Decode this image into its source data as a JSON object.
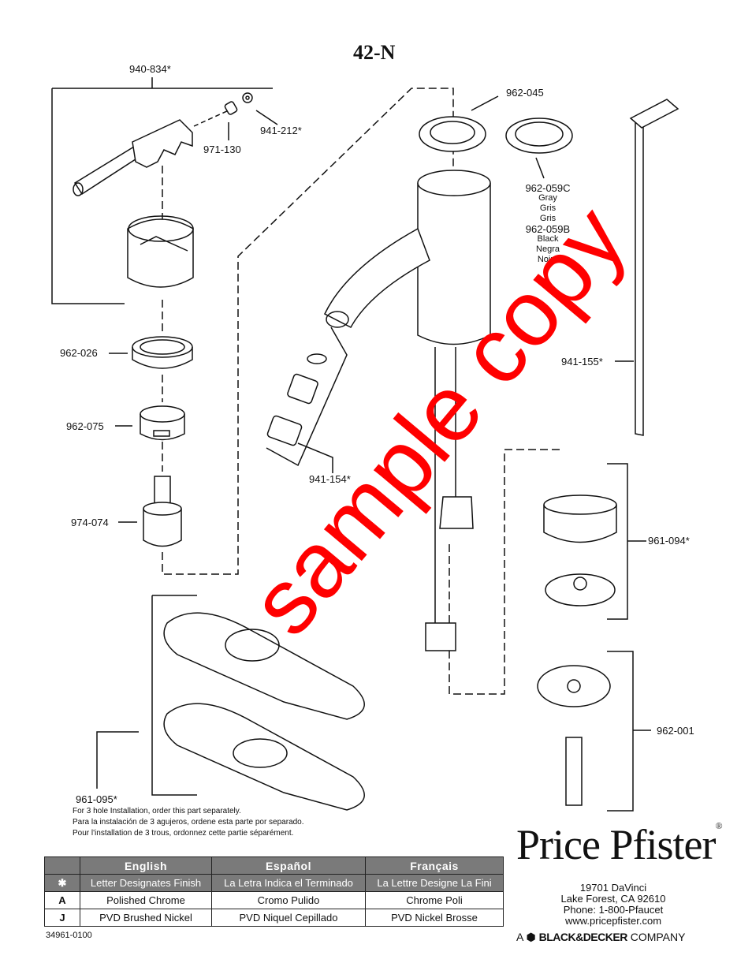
{
  "title": "42-N",
  "parts": {
    "p940_834": "940-834*",
    "p971_130": "971-130",
    "p941_212": "941-212*",
    "p962_045": "962-045",
    "p962_059c": "962-059C",
    "gray_en": "Gray",
    "gray_es": "Gris",
    "gray_fr": "Gris",
    "p962_059b": "962-059B",
    "black_en": "Black",
    "black_es": "Negra",
    "black_fr": "Noire",
    "p962_026": "962-026",
    "p962_075": "962-075",
    "p974_074": "974-074",
    "p941_154": "941-154*",
    "p941_155": "941-155*",
    "p961_094": "961-094*",
    "p962_001": "962-001",
    "p961_095": "961-095*"
  },
  "notes": [
    "For 3 hole Installation, order this part separately.",
    "Para la instalación de 3 agujeros, ordene esta parte por separado.",
    "Pour l'installation de 3 trous, ordonnez cette partie séparément."
  ],
  "table": {
    "headers": [
      "English",
      "Español",
      "Français"
    ],
    "star_symbol": "✱",
    "star_row": [
      "Letter Designates Finish",
      "La Letra Indica el Terminado",
      "La Lettre Designe La Fini"
    ],
    "rows": [
      {
        "code": "A",
        "en": "Polished Chrome",
        "es": "Cromo Pulido",
        "fr": "Chrome Poli"
      },
      {
        "code": "J",
        "en": "PVD Brushed Nickel",
        "es": "PVD Niquel Cepillado",
        "fr": "PVD Nickel Brosse"
      }
    ]
  },
  "brand": {
    "name": "Price Pfister",
    "reg": "®",
    "address1": "19701 DaVinci",
    "address2": "Lake Forest, CA 92610",
    "phone": "Phone: 1-800-Pfaucet",
    "web": "www.pricepfister.com",
    "company_prefix": "A",
    "company_name": "BLACK&DECKER",
    "company_suffix": "COMPANY"
  },
  "doc_number": "34961-0100",
  "watermark": "sample copy",
  "colors": {
    "watermark": "#ff0000",
    "table_header": "#7a7a7a",
    "line": "#111111"
  }
}
